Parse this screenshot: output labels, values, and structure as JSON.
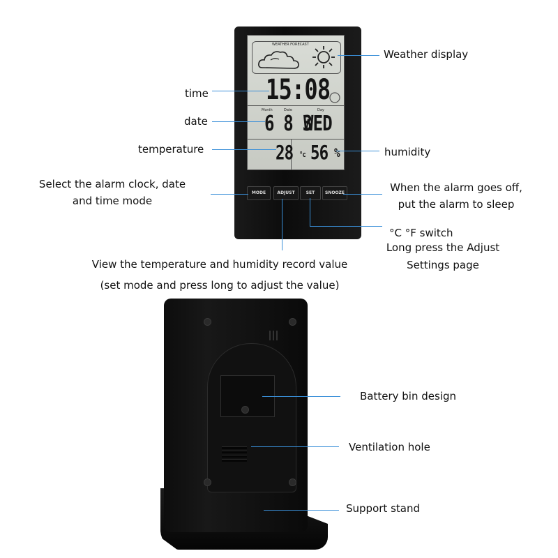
{
  "lcd": {
    "forecast_label": "WEATHER FORECAST",
    "time": "15:08",
    "month_label": "Month",
    "date_label": "Date",
    "day_label": "Day",
    "date": "6 8 3",
    "weekday": "WED",
    "temperature": "28",
    "temp_unit": "°c",
    "humidity": "56",
    "humidity_unit": "%"
  },
  "buttons": [
    {
      "label": "MODE"
    },
    {
      "label": "ADJUST"
    },
    {
      "label": "SET"
    },
    {
      "label": "SNOOZE"
    }
  ],
  "annotations": {
    "weather_display": "Weather display",
    "time": "time",
    "date": "date",
    "temperature": "temperature",
    "humidity": "humidity",
    "mode_line1": "Select the alarm clock, date",
    "mode_line2": "and time mode",
    "snooze_line1": "When the alarm goes off,",
    "snooze_line2": "put the alarm to sleep",
    "set_line1": "°C °F switch",
    "set_line2": "Long press the Adjust",
    "set_line3": "Settings page",
    "adjust_line1": "View the temperature and humidity record value",
    "adjust_line2": "(set mode and press long to adjust the value)",
    "battery": "Battery bin design",
    "ventilation": "Ventilation hole",
    "stand": "Support stand"
  },
  "colors": {
    "leader_line": "#3a8fd8",
    "lcd_background": "#d2d5cf",
    "device_body": "#111111"
  }
}
